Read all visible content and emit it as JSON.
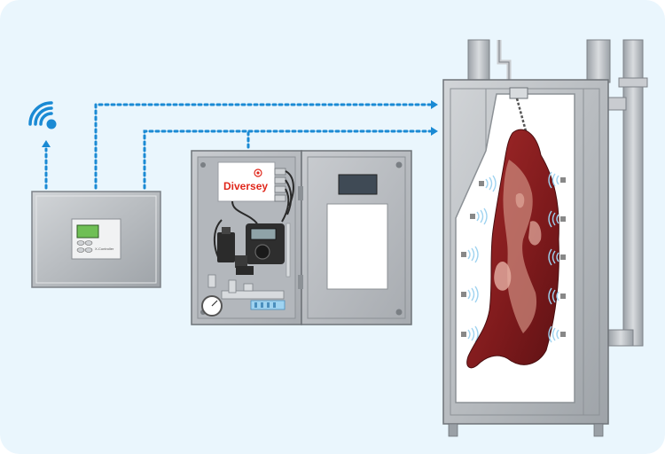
{
  "diagram": {
    "title": "Carcass spray-chill system",
    "controller": {
      "brand_label": "X-Controller",
      "wifi_icon": "wifi-icon"
    },
    "dosing_cabinet": {
      "brand": "Diversey"
    },
    "colors": {
      "background": "#eaf6fd",
      "signal_line": "#1a8ad4",
      "brand_red": "#e0281c",
      "spray": "#9fd3f0",
      "steel": "#b9bec3",
      "meat": "#8c1f20"
    }
  }
}
